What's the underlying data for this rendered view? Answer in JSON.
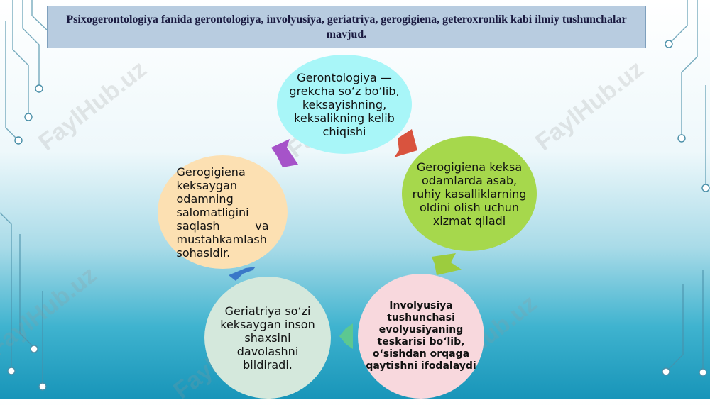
{
  "header": {
    "title": "Psixogerontologiya fanida gerontologiya, involyusiya, geriatriya, gerogigiena, geteroxronlik kabi ilmiy tushunchalar mavjud."
  },
  "watermark": {
    "text": "FaylHub.uz"
  },
  "cycle": {
    "top": "Gerontologiya — grekcha so‘z bo‘lib, keksayishning, keksalikning kelib chiqishi",
    "right": "Gerogigiena keksa odamlarda asab, ruhiy kasalliklarning oldini olish uchun xizmat qiladi",
    "bottom_right": "Involyusiya tushunchasi evolyusiyaning teskarisi bo‘lib, o‘sishdan orqaga qaytishni ifodalaydi",
    "bottom_left": "Geriatriya so‘zi keksaygan inson shaxsini davolashni bildiradi.",
    "left": "Gerogigiena keksaygan odamning salomatligini saqlash va mustahkamlash sohasidir."
  },
  "colors": {
    "top_circle": "#a8f6f8",
    "right_circle": "#a6d84c",
    "bottom_right_circle": "#f8d8dd",
    "bottom_left_circle": "#d4e8dc",
    "left_circle": "#fce0b2",
    "arrow_top_right": "#d9533e",
    "arrow_right_bottom": "#9ccc3e",
    "arrow_bottom": "#5cc891",
    "arrow_left_bottom": "#3a78c8",
    "arrow_top_left": "#a653c9"
  }
}
